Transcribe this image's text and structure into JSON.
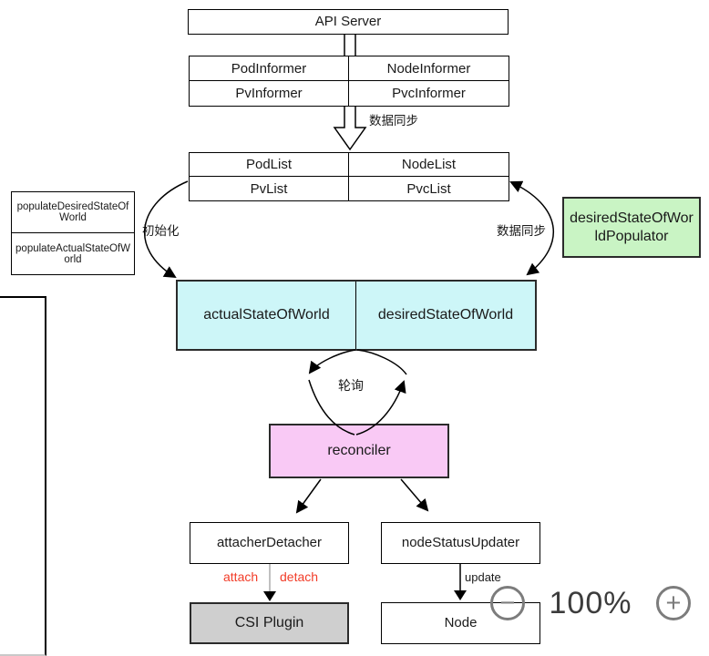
{
  "colors": {
    "green": "#c9f4c4",
    "cyan": "#cdf6f8",
    "pink": "#f9c9f5",
    "gray": "#cfcfcf",
    "red": "#f23c28",
    "zoom_gray": "#7c7c7c",
    "zoom_text": "#3c3c3c"
  },
  "diagram": {
    "api_server": {
      "label": "API Server"
    },
    "informers": {
      "cells": [
        "PodInformer",
        "NodeInformer",
        "PvInformer",
        "PvcInformer"
      ]
    },
    "lists": {
      "cells": [
        "PodList",
        "NodeList",
        "PvList",
        "PvcList"
      ]
    },
    "populate": {
      "rows": [
        "populateDesiredStateOfWorld",
        "populateActualStateOfWorld"
      ]
    },
    "dsw_populator": {
      "label": "desiredStateOfWorldPopulator"
    },
    "states": {
      "actual": "actualStateOfWorld",
      "desired": "desiredStateOfWorld"
    },
    "reconciler": {
      "label": "reconciler"
    },
    "attacher_detacher": {
      "label": "attacherDetacher"
    },
    "node_status_updater": {
      "label": "nodeStatusUpdater"
    },
    "csi_plugin": {
      "label": "CSI Plugin"
    },
    "node": {
      "label": "Node"
    },
    "labels": {
      "data_sync_top": "数据同步",
      "init": "初始化",
      "data_sync_side": "数据同步",
      "polling": "轮询",
      "attach": "attach",
      "detach": "detach",
      "update": "update"
    }
  },
  "zoom_controls": {
    "zoom_out_icon": "−",
    "level": "100%",
    "zoom_in_icon": "+"
  }
}
